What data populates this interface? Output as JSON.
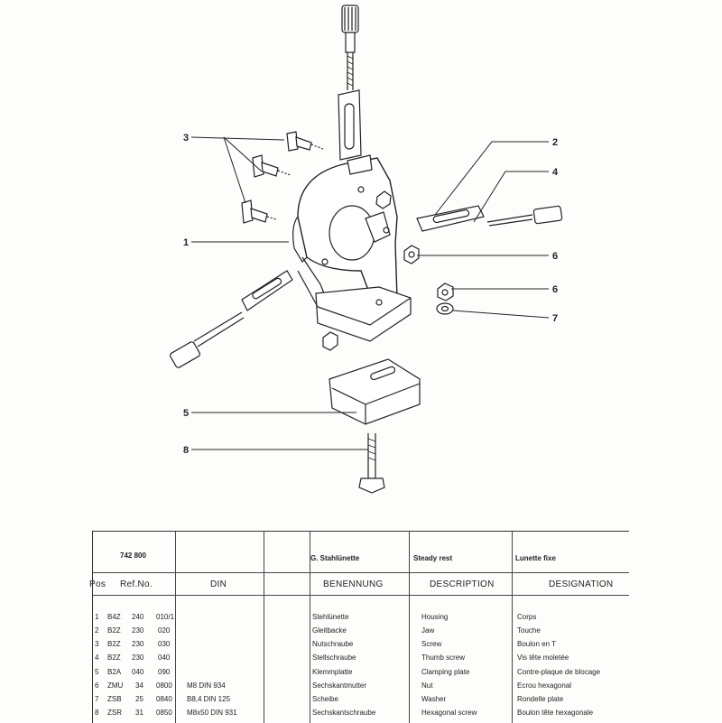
{
  "drawing": {
    "callouts": [
      "3",
      "2",
      "4",
      "1",
      "6",
      "6",
      "7",
      "5",
      "8"
    ]
  },
  "table": {
    "ref_code": "742 800",
    "title_de": "G. Stahlünette",
    "title_en": "Steady rest",
    "title_fr": "Lunette fixe",
    "headers": {
      "pos": "Pos",
      "ref": "Ref.No.",
      "din": "DIN",
      "de": "BENENNUNG",
      "en": "DESCRIPTION",
      "fr": "DESIGNATION"
    },
    "rows": [
      {
        "pos": "1",
        "ref_a": "B4Z",
        "ref_b": "240",
        "ref_c": "010/1",
        "din": "",
        "de": "Stehlünette",
        "en": "Housing",
        "fr": "Corps"
      },
      {
        "pos": "2",
        "ref_a": "B2Z",
        "ref_b": "230",
        "ref_c": "020",
        "din": "",
        "de": "Gleitbacke",
        "en": "Jaw",
        "fr": "Touche"
      },
      {
        "pos": "3",
        "ref_a": "B2Z",
        "ref_b": "230",
        "ref_c": "030",
        "din": "",
        "de": "Nutschraube",
        "en": "Screw",
        "fr": "Boulon en T"
      },
      {
        "pos": "4",
        "ref_a": "B2Z",
        "ref_b": "230",
        "ref_c": "040",
        "din": "",
        "de": "Stellschraube",
        "en": "Thumb screw",
        "fr": "Vis tête moletée"
      },
      {
        "pos": "5",
        "ref_a": "B2A",
        "ref_b": "040",
        "ref_c": "090",
        "din": "",
        "de": "Klemmplatte",
        "en": "Clamping plate",
        "fr": "Contre-plaque de blocage"
      },
      {
        "pos": "6",
        "ref_a": "ZMU",
        "ref_b": "34",
        "ref_c": "0800",
        "din": "M8 DIN 934",
        "de": "Sechskantmutter",
        "en": "Nut",
        "fr": "Ecrou hexagonal"
      },
      {
        "pos": "7",
        "ref_a": "ZSB",
        "ref_b": "25",
        "ref_c": "0840",
        "din": "B8,4 DIN 125",
        "de": "Scheibe",
        "en": "Washer",
        "fr": "Rondelle plate"
      },
      {
        "pos": "8",
        "ref_a": "ZSR",
        "ref_b": "31",
        "ref_c": "0850",
        "din": "M8x50 DIN 931",
        "de": "Sechskantschraube",
        "en": "Hexagonal screw",
        "fr": "Boulon tête hexagonale"
      }
    ]
  }
}
